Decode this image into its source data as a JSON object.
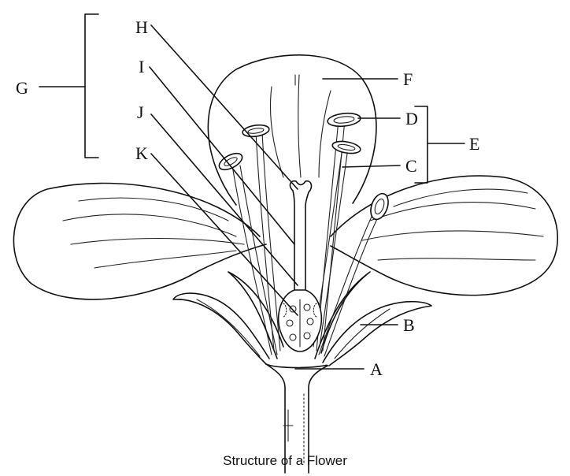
{
  "diagram": {
    "caption": "Structure of a Flower",
    "labels": {
      "A": "A",
      "B": "B",
      "C": "C",
      "D": "D",
      "E": "E",
      "F": "F",
      "G": "G",
      "H": "H",
      "I": "I",
      "J": "J",
      "K": "K"
    }
  }
}
